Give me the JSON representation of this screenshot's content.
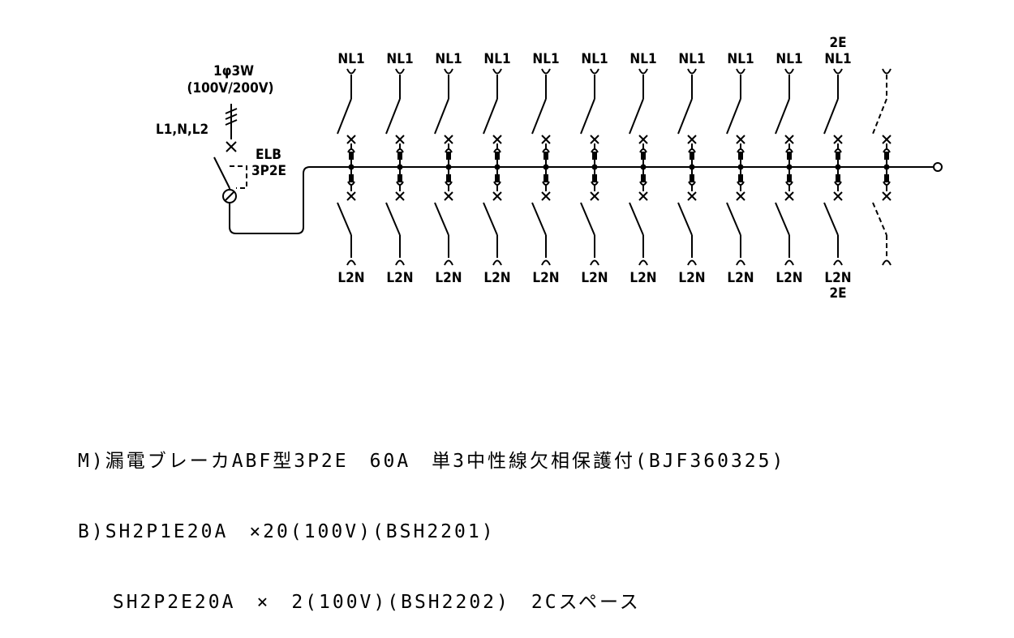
{
  "supply": {
    "phase": "1φ3W",
    "voltage": "(100V/200V)",
    "lines": "L1,N,L2"
  },
  "main_breaker": {
    "type": "ELB",
    "poles": "3P2E"
  },
  "branches": [
    {
      "top": "NL1",
      "bottom": "L2N",
      "spare": false,
      "top_extra": "",
      "bottom_extra": ""
    },
    {
      "top": "NL1",
      "bottom": "L2N",
      "spare": false,
      "top_extra": "",
      "bottom_extra": ""
    },
    {
      "top": "NL1",
      "bottom": "L2N",
      "spare": false,
      "top_extra": "",
      "bottom_extra": ""
    },
    {
      "top": "NL1",
      "bottom": "L2N",
      "spare": false,
      "top_extra": "",
      "bottom_extra": ""
    },
    {
      "top": "NL1",
      "bottom": "L2N",
      "spare": false,
      "top_extra": "",
      "bottom_extra": ""
    },
    {
      "top": "NL1",
      "bottom": "L2N",
      "spare": false,
      "top_extra": "",
      "bottom_extra": ""
    },
    {
      "top": "NL1",
      "bottom": "L2N",
      "spare": false,
      "top_extra": "",
      "bottom_extra": ""
    },
    {
      "top": "NL1",
      "bottom": "L2N",
      "spare": false,
      "top_extra": "",
      "bottom_extra": ""
    },
    {
      "top": "NL1",
      "bottom": "L2N",
      "spare": false,
      "top_extra": "",
      "bottom_extra": ""
    },
    {
      "top": "NL1",
      "bottom": "L2N",
      "spare": false,
      "top_extra": "",
      "bottom_extra": ""
    },
    {
      "top": "NL1",
      "bottom": "L2N",
      "spare": false,
      "top_extra": "2E",
      "bottom_extra": "2E"
    },
    {
      "top": "",
      "bottom": "",
      "spare": true,
      "top_extra": "",
      "bottom_extra": ""
    }
  ],
  "notes": [
    "M)漏電ブレーカABF型3P2E　60A　単3中性線欠相保護付(BJF360325)",
    "B)SH2P1E20A　×20(100V)(BSH2201)",
    "　 SH2P2E20A　×　2(100V)(BSH2202)　2Cスペース"
  ]
}
